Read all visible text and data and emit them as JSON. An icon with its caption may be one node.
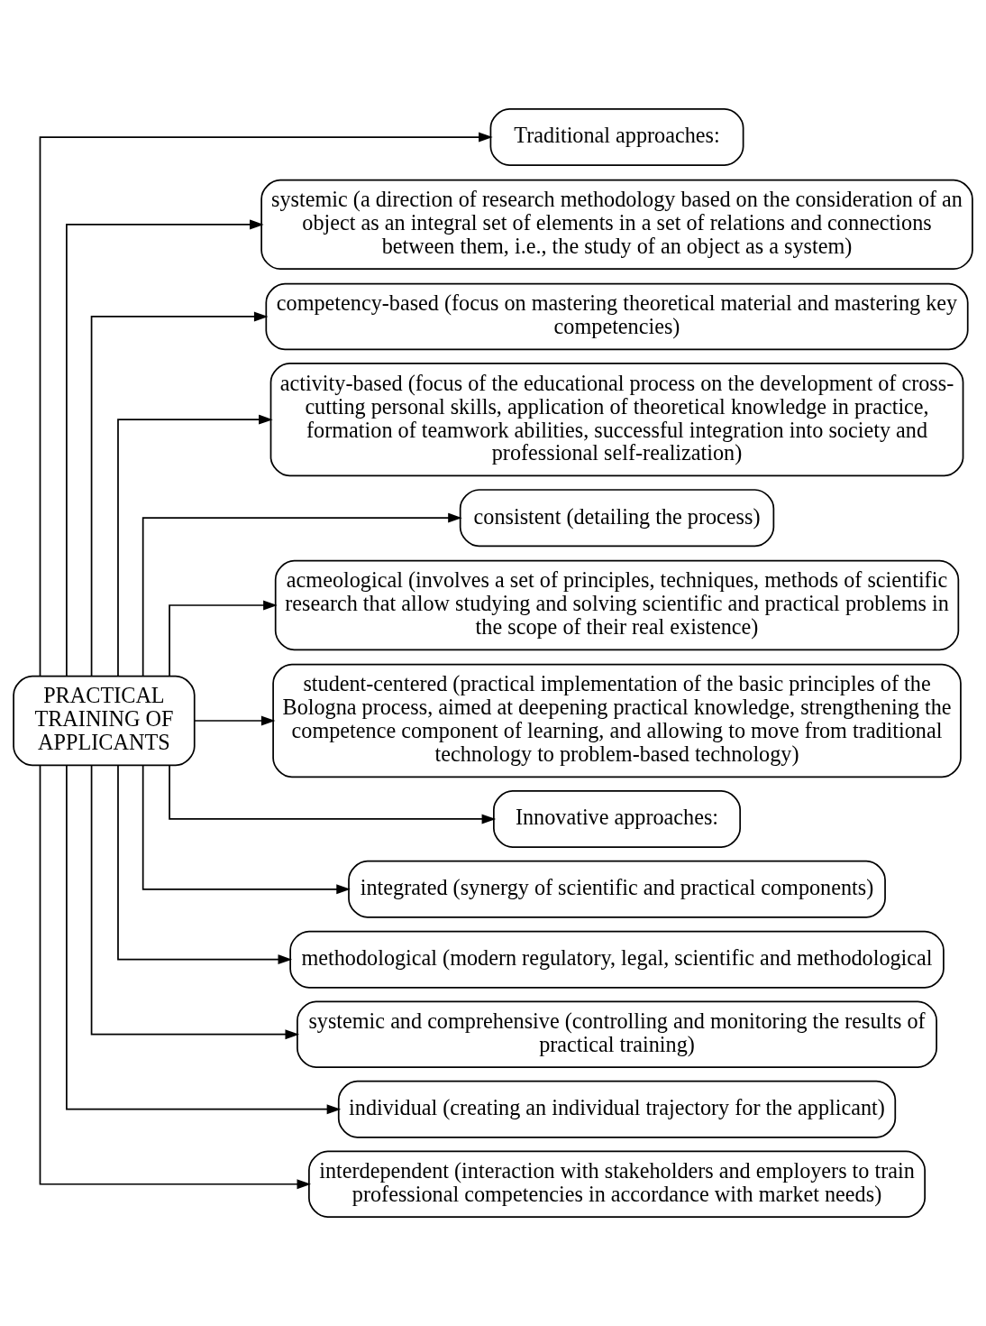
{
  "diagram": {
    "nodes": [
      {
        "text": [
          "PRACTICAL TRAINING OF APPLICANTS"
        ]
      },
      {
        "text": [
          "Traditional approaches:"
        ]
      },
      {
        "text": [
          "systemic (a direction of research methodology based on the consideration of an object as an integral set of elements in a set of relations and connections between them, i.e., the study of an object as a system)"
        ]
      },
      {
        "text": [
          "competency-based (focus on mastering theoretical material and mastering key competencies)"
        ]
      },
      {
        "text": [
          "activity-based (focus of the educational process on the development of cross-cutting personal skills, application of theoretical knowledge in practice, formation of teamwork abilities, successful integration into society and professional self-realization)"
        ]
      },
      {
        "text": [
          "consistent (detailing the process)"
        ]
      },
      {
        "text": [
          "acmeological (involves a set of principles, techniques, methods of scientific research that allow studying and solving scientific and practical problems in the scope of their real existence)"
        ]
      },
      {
        "text": [
          "student-centered (practical implementation of the basic principles of the Bologna process, aimed at deepening practical knowledge, strengthening the competence component of learning, and allowing to move from traditional technology to problem-based technology)"
        ]
      },
      {
        "text": [
          "Innovative approaches:"
        ]
      },
      {
        "text": [
          "integrated (synergy of scientific and practical components)"
        ]
      },
      {
        "text": [
          "methodological (modern regulatory, legal, scientific and methodological"
        ]
      },
      {
        "text": [
          "systemic and comprehensive (controlling and monitoring the results of practical training)"
        ]
      },
      {
        "text": [
          "individual (creating an individual trajectory for the applicant)"
        ]
      },
      {
        "text": [
          "interdependent (interaction with stakeholders and employers to train professional competencies in accordance with market needs)"
        ]
      }
    ],
    "edges": [
      {
        "from": 0,
        "to": 1,
        "arrow": "to"
      },
      {
        "from": 0,
        "to": 2,
        "arrow": "to"
      },
      {
        "from": 0,
        "to": 3,
        "arrow": "to"
      },
      {
        "from": 0,
        "to": 4,
        "arrow": "to"
      },
      {
        "from": 0,
        "to": 5,
        "arrow": "to"
      },
      {
        "from": 0,
        "to": 6,
        "arrow": "to"
      },
      {
        "from": 0,
        "to": 7,
        "arrow": "to"
      },
      {
        "from": 0,
        "to": 8,
        "arrow": "to"
      },
      {
        "from": 0,
        "to": 9,
        "arrow": "to"
      },
      {
        "from": 0,
        "to": 10,
        "arrow": "to"
      },
      {
        "from": 0,
        "to": 11,
        "arrow": "to"
      },
      {
        "from": 0,
        "to": 12,
        "arrow": "to"
      },
      {
        "from": 0,
        "to": 13,
        "arrow": "to"
      }
    ]
  }
}
